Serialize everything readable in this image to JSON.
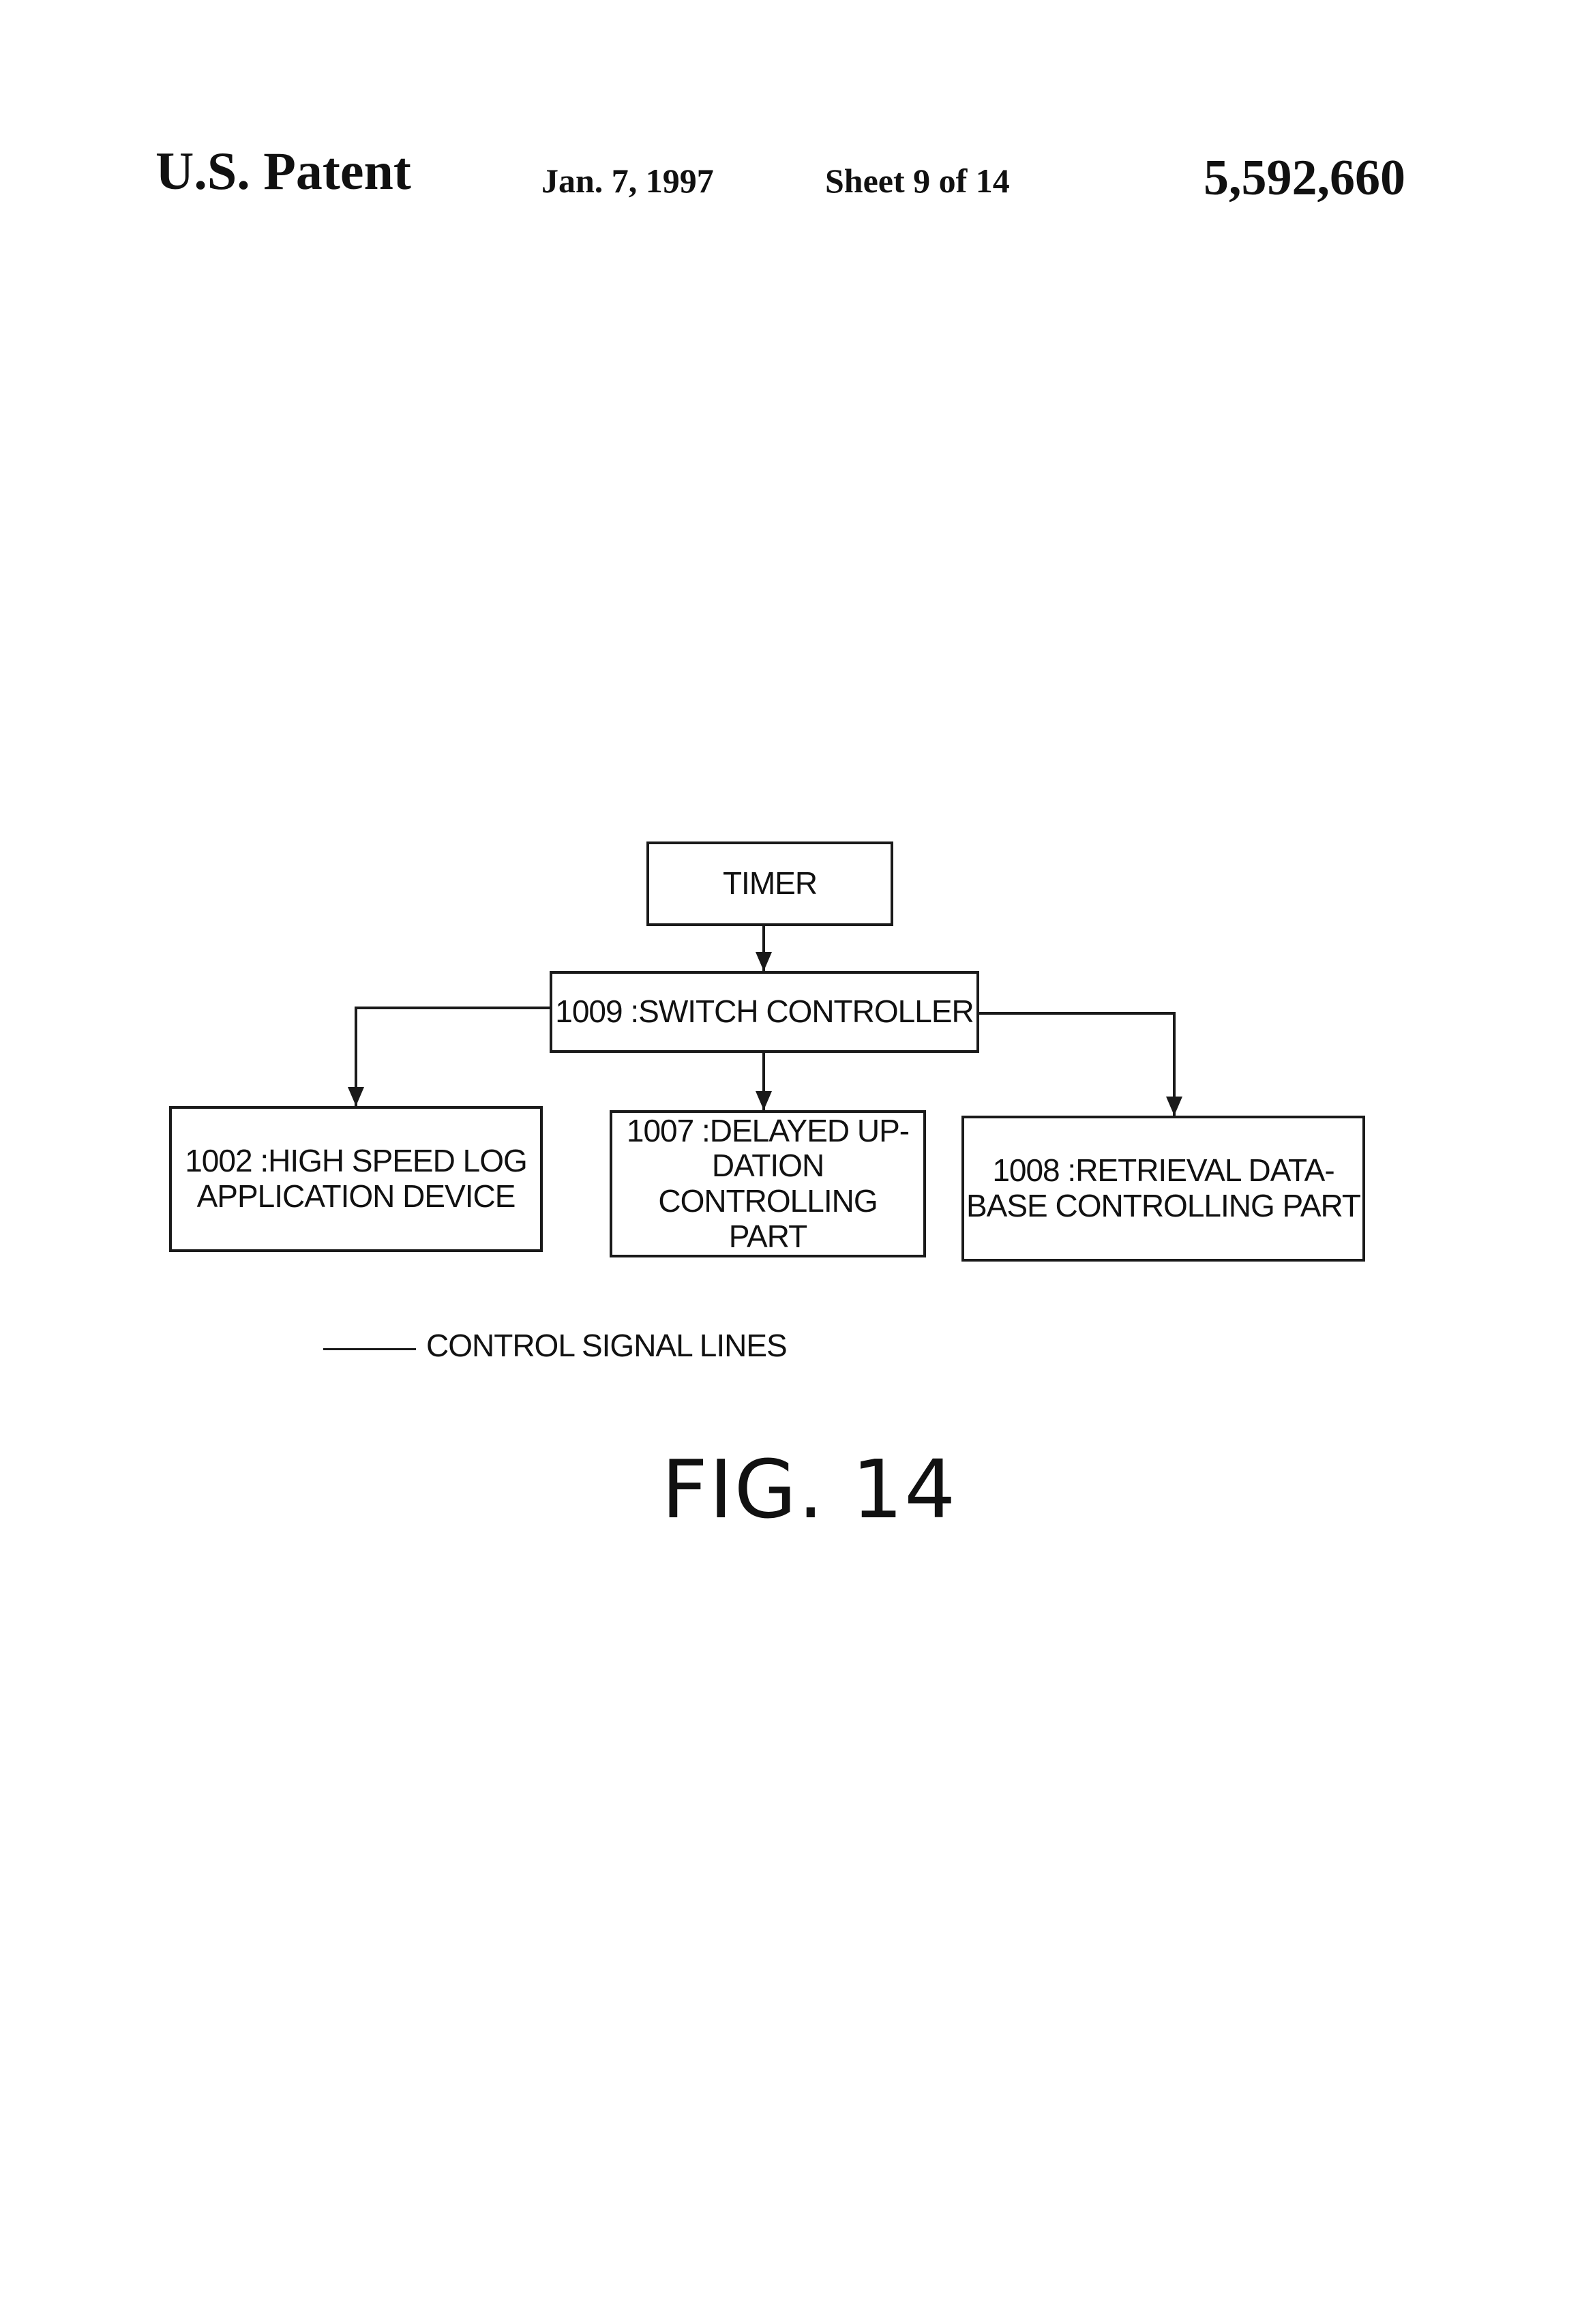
{
  "header": {
    "patent_label": "U.S. Patent",
    "date": "Jan. 7, 1997",
    "sheet": "Sheet 9 of 14",
    "patent_number": "5,592,660"
  },
  "diagram": {
    "timer": "TIMER",
    "switch_controller": "1009 :SWITCH CONTROLLER",
    "high_speed_log": "1002 :HIGH SPEED LOG\nAPPLICATION DEVICE",
    "delayed_updation": "1007 :DELAYED UP-\nDATION CONTROLLING\nPART",
    "retrieval_database": "1008 :RETRIEVAL DATA-\nBASE CONTROLLING PART"
  },
  "legend": {
    "text": "CONTROL SIGNAL LINES"
  },
  "caption": "FIG. 14",
  "colors": {
    "ink": "#1a1a1a",
    "paper": "#ffffff"
  }
}
